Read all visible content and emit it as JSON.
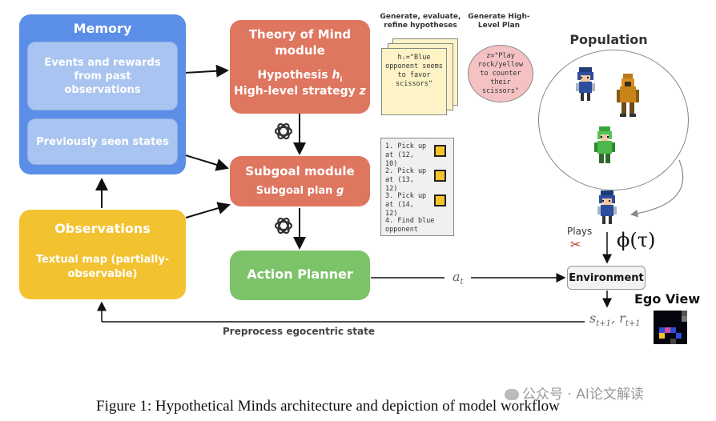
{
  "memory": {
    "title": "Memory",
    "events": "Events and rewards from past observations",
    "states": "Previously seen states"
  },
  "tom": {
    "title": "Theory of Mind module",
    "hypothesis_prefix": "Hypothesis ",
    "hypothesis_var": "h",
    "hypothesis_sub": "i",
    "strategy_prefix": "High-level strategy ",
    "strategy_var": "z"
  },
  "subgoal": {
    "title": "Subgoal module",
    "plan_prefix": "Subgoal plan ",
    "plan_var": "g"
  },
  "action": {
    "title": "Action Planner"
  },
  "observations": {
    "title": "Observations",
    "sub": "Textual map (partially-observable)"
  },
  "notes": {
    "gen_eval_label": "Generate, evaluate, refine hypotheses",
    "gen_plan_label": "Generate High-Level Plan",
    "hypothesis_text": "hᵢ=\"Blue opponent seems to favor scissors\"",
    "plan_text": "z=\"Play rock/yellow to counter their scissors\"",
    "subgoal_list": [
      "1. Pick up at (12, 10)",
      "2. Pick up at (13, 12)",
      "3. Pick up at (14, 12)",
      "4. Find blue opponent"
    ]
  },
  "population": {
    "title": "Population"
  },
  "plays": {
    "label": "Plays",
    "phi": "ϕ(τ)",
    "scissors_icon": "scissors-icon"
  },
  "environment": {
    "label": "Environment"
  },
  "ego_view": {
    "label": "Ego View"
  },
  "arrows": {
    "action_out": "a",
    "action_out_sub": "t",
    "state_label": "s",
    "state_sub": "t+1",
    "reward_label": "r",
    "reward_sub": "t+1",
    "preprocess": "Preprocess egocentric state"
  },
  "caption": "Figure 1: Hypothetical Minds architecture and depiction of model workflow",
  "watermark": "公众号 · AI论文解读",
  "colors": {
    "memory": "#5b8ee6",
    "tom": "#de7660",
    "action": "#7cc36a",
    "observations": "#f3c230",
    "plan_bubble": "#f4c2c2",
    "note": "#fdf3c6"
  }
}
